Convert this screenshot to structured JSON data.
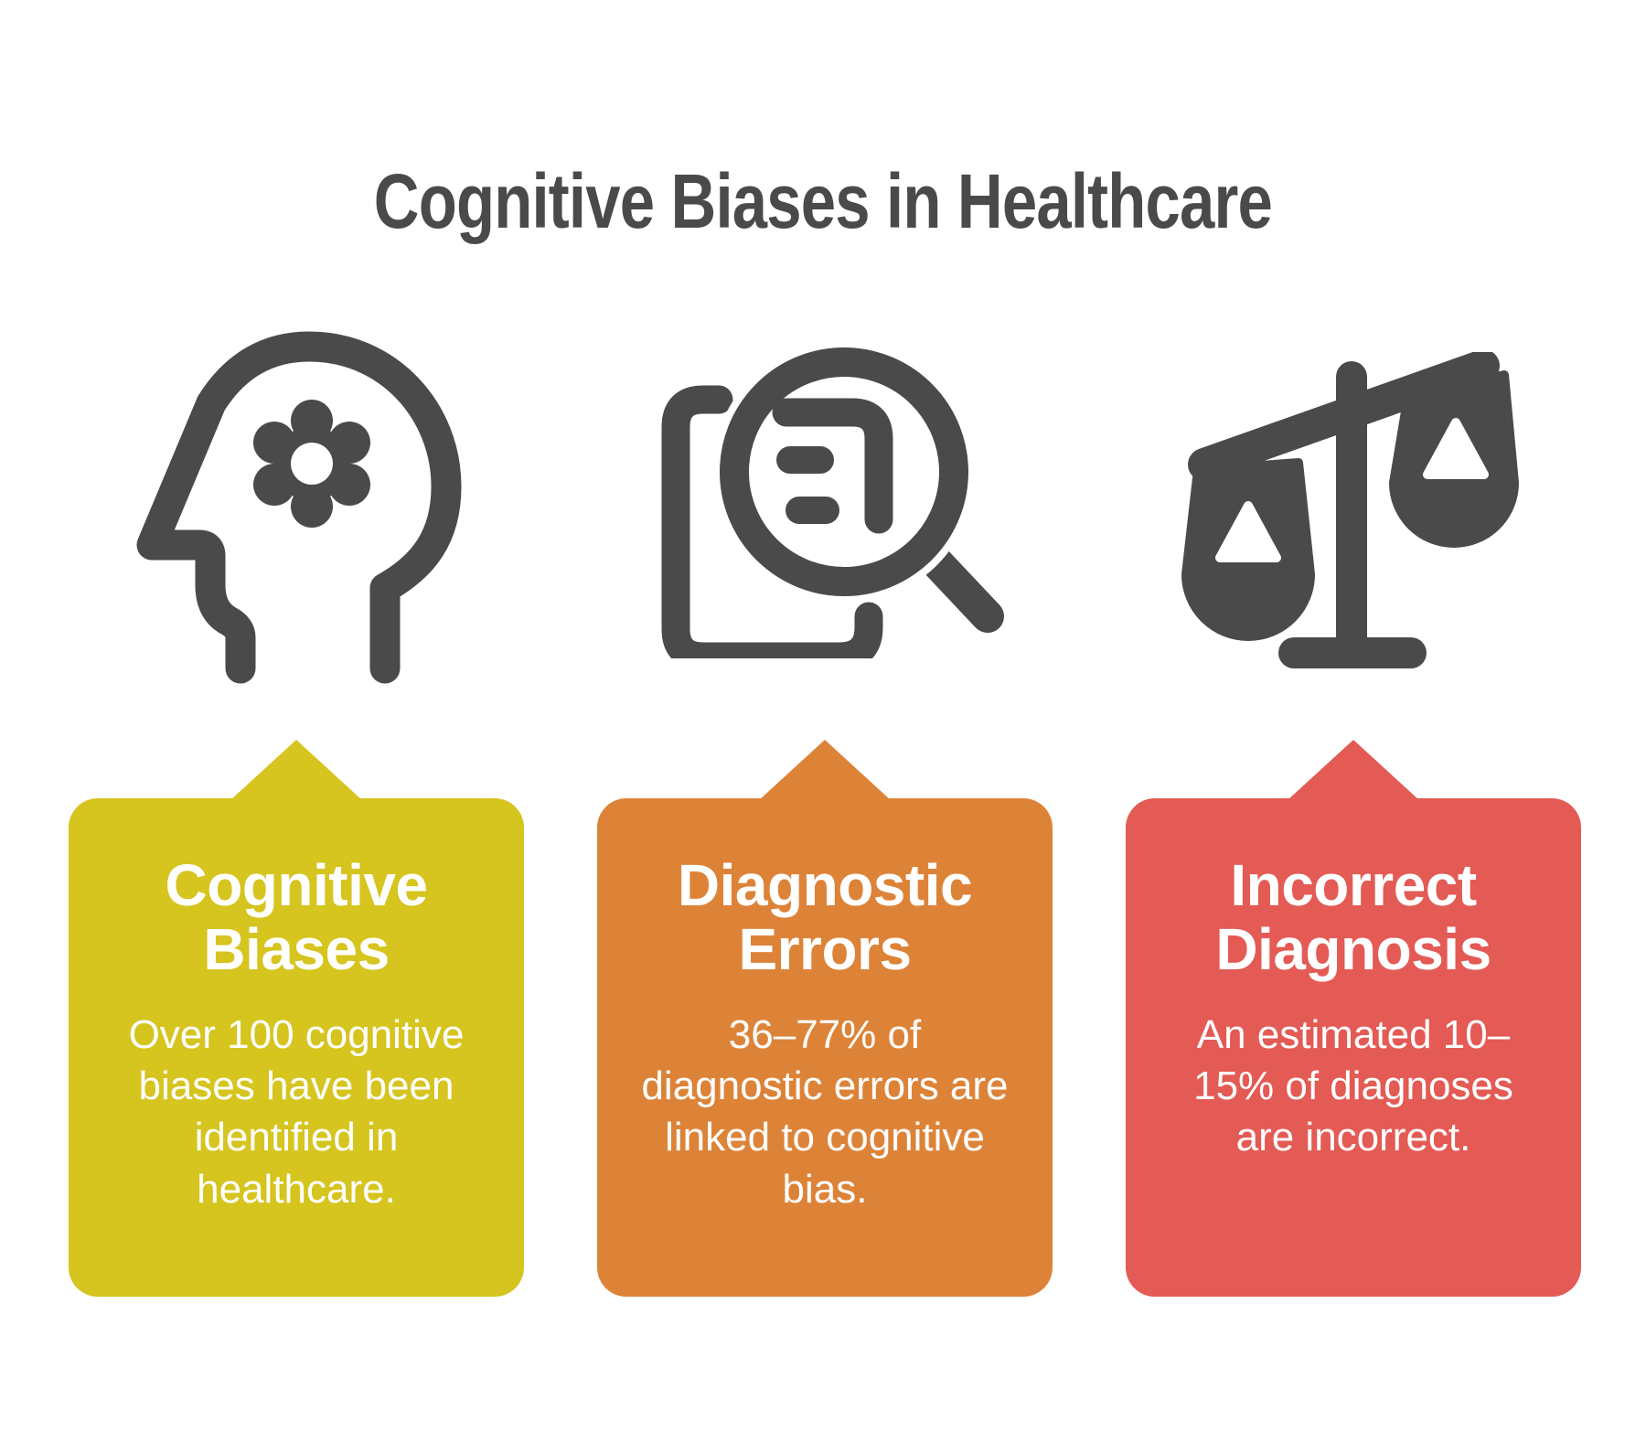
{
  "title": "Cognitive Biases in Healthcare",
  "colors": {
    "background": "#ffffff",
    "title_text": "#4a4a4a",
    "icon_gray": "#4a4a4a",
    "card_text": "#ffffff"
  },
  "cards": [
    {
      "id": "cognitive-biases",
      "icon": "head-gear-icon",
      "color": "#d6c41f",
      "title": "Cognitive\nBiases",
      "body": "Over 100 cognitive\nbiases have been\nidentified in\nhealthcare."
    },
    {
      "id": "diagnostic-errors",
      "icon": "document-magnifier-icon",
      "color": "#dd8338",
      "title": "Diagnostic\nErrors",
      "body": "36–77% of\ndiagnostic errors are\nlinked to cognitive\nbias."
    },
    {
      "id": "incorrect-diagnosis",
      "icon": "scales-icon",
      "color": "#e45a54",
      "title": "Incorrect\nDiagnosis",
      "body": "An estimated 10–\n15% of diagnoses\nare incorrect."
    }
  ]
}
